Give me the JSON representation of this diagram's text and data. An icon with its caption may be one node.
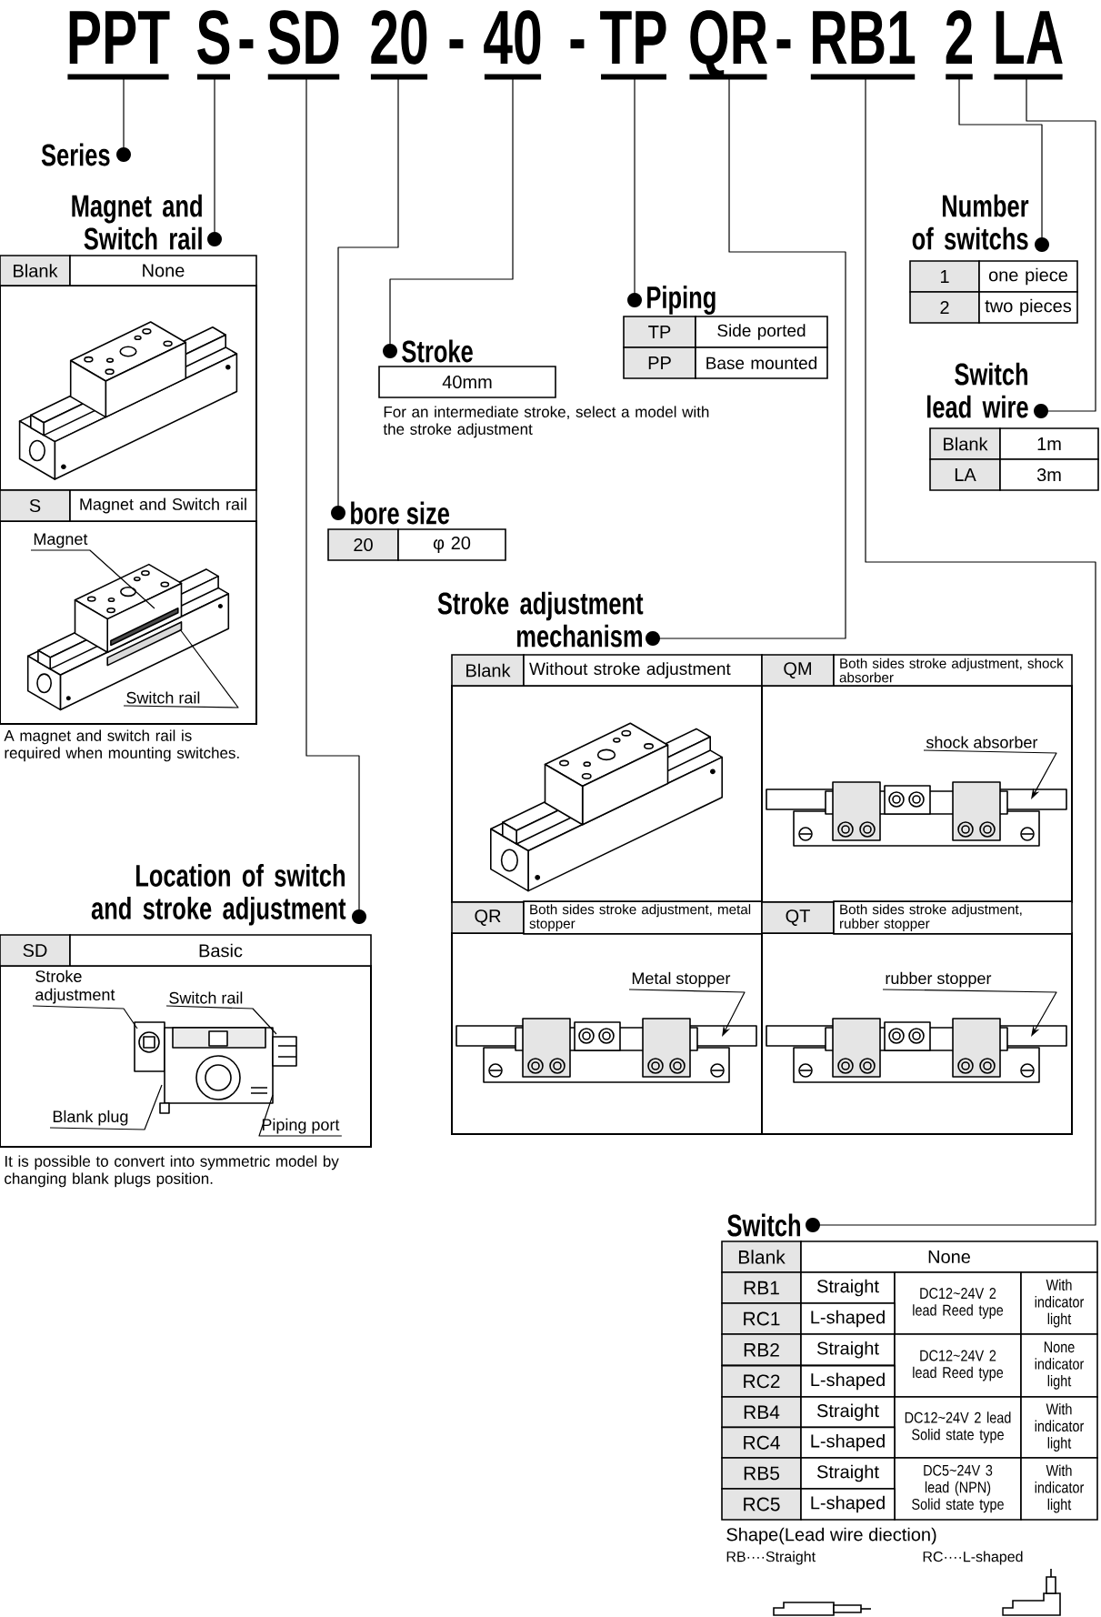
{
  "diagram": {
    "nodes": [
      {
        "text": [
          "PPT"
        ]
      },
      {
        "text": [
          "S"
        ]
      },
      {
        "text": [
          "SD"
        ]
      },
      {
        "text": [
          "20"
        ]
      },
      {
        "text": [
          "40"
        ]
      },
      {
        "text": [
          "TP"
        ]
      },
      {
        "text": [
          "QR"
        ]
      },
      {
        "text": [
          "RB1"
        ]
      },
      {
        "text": [
          "2"
        ]
      },
      {
        "text": [
          "LA"
        ]
      },
      {
        "text": [
          "Series"
        ]
      },
      {
        "text": [
          "Magnet and Switch rail"
        ]
      },
      {
        "text": [
          "Magnet"
        ]
      },
      {
        "text": [
          "Switch rail"
        ]
      },
      {
        "text": [
          "Stroke"
        ]
      },
      {
        "text": [
          "bore size"
        ]
      },
      {
        "text": [
          "Piping"
        ]
      },
      {
        "text": [
          "Number of switchs"
        ]
      },
      {
        "text": [
          "Switch lead wire"
        ]
      },
      {
        "text": [
          "Stroke adjustment mechanism"
        ]
      },
      {
        "text": [
          "shock absorber"
        ]
      },
      {
        "text": [
          "Metal stopper"
        ]
      },
      {
        "text": [
          "rubber stopper"
        ]
      },
      {
        "text": [
          "Location of switch and stroke adjustment"
        ]
      },
      {
        "text": [
          "Stroke adjustment"
        ]
      },
      {
        "text": [
          "Switch rail"
        ]
      },
      {
        "text": [
          "Blank plug"
        ]
      },
      {
        "text": [
          "Piping port"
        ]
      },
      {
        "text": [
          "Switch"
        ]
      },
      {
        "text": [],
        "shape": "picture"
      },
      {
        "text": [],
        "shape": "picture"
      },
      {
        "text": [],
        "shape": "picture"
      },
      {
        "text": [],
        "shape": "picture"
      },
      {
        "text": [],
        "shape": "picture"
      }
    ],
    "edges": [
      {
        "from": 0,
        "to": 10,
        "arrow": "other"
      },
      {
        "from": 1,
        "to": 11,
        "arrow": "other"
      },
      {
        "from": 2,
        "to": 23,
        "arrow": "other"
      },
      {
        "from": 3,
        "to": 15,
        "arrow": "other"
      },
      {
        "from": 4,
        "to": 14,
        "arrow": "other"
      },
      {
        "from": 5,
        "to": 16,
        "arrow": "other"
      },
      {
        "from": 6,
        "to": 19,
        "arrow": "other"
      },
      {
        "from": 7,
        "to": 28,
        "arrow": "other"
      },
      {
        "from": 8,
        "to": 17,
        "arrow": "other"
      },
      {
        "from": 9,
        "to": 18,
        "arrow": "other"
      },
      {
        "from": 12,
        "to": 29,
        "arrow": "none"
      },
      {
        "from": 13,
        "to": 29,
        "arrow": "none"
      },
      {
        "from": 20,
        "to": 30,
        "arrow": "to"
      },
      {
        "from": 21,
        "to": 31,
        "arrow": "to"
      },
      {
        "from": 22,
        "to": 32,
        "arrow": "to"
      },
      {
        "from": 24,
        "to": 33,
        "arrow": "none"
      },
      {
        "from": 25,
        "to": 33,
        "arrow": "none"
      },
      {
        "from": 26,
        "to": 33,
        "arrow": "none"
      },
      {
        "from": 27,
        "to": 33,
        "arrow": "none"
      }
    ],
    "labels": [
      "-",
      "-",
      "-",
      "-",
      "Blank",
      "None",
      "S",
      "Magnet and Switch rail",
      "A magnet and switch rail is required when mounting switches.",
      "40mm",
      "For an intermediate stroke, select a model with the stroke adjustment",
      "1",
      "one piece",
      "2",
      "two pieces",
      "TP",
      "Side ported",
      "PP",
      "Base mounted",
      "Blank",
      "1m",
      "LA",
      "3m",
      "20",
      "φ 20",
      "Blank",
      "Without stroke adjustment",
      "QM",
      "Both sides stroke adjustment, shock absorber",
      "QR",
      "Both sides stroke adjustment, metal stopper",
      "QT",
      "Both sides stroke adjustment, rubber stopper",
      "SD",
      "Basic",
      "It is possible to convert into symmetric model by changing blank plugs position.",
      "Blank",
      "None",
      "RB1",
      "Straight",
      "DC12~24V 2 lead Reed type",
      "With indicator light",
      "RC1",
      "L-shaped",
      "RB2",
      "Straight",
      "DC12~24V 2 lead Reed type",
      "None indicator light",
      "RC2",
      "L-shaped",
      "RB4",
      "Straight",
      "DC12~24V 2 lead Solid state type",
      "With indicator light",
      "RC4",
      "L-shaped",
      "RB5",
      "Straight",
      "DC5~24V 3 lead (NPN) Solid state type",
      "With indicator light",
      "RC5",
      "L-shaped",
      "Shape(Lead wire diection)",
      "RB····Straight",
      "RC····L-shaped"
    ]
  }
}
